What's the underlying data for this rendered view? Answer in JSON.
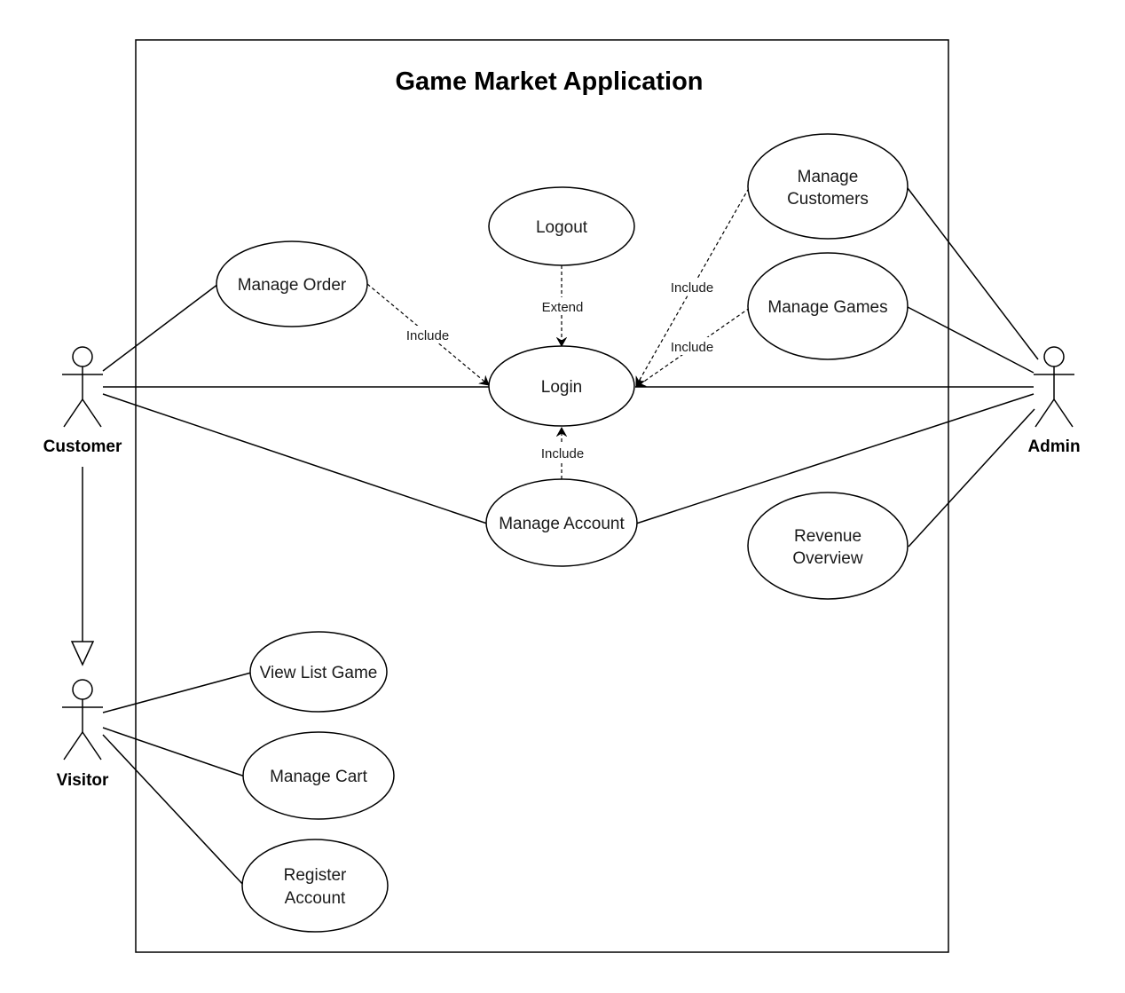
{
  "diagram": {
    "system_title": "Game Market Application",
    "actors": {
      "customer": "Customer",
      "visitor": "Visitor",
      "admin": "Admin"
    },
    "use_cases": {
      "logout": [
        "Logout"
      ],
      "login": [
        "Login"
      ],
      "manage_order": [
        "Manage Order"
      ],
      "manage_account": [
        "Manage Account"
      ],
      "manage_customers": [
        "Manage",
        "Customers"
      ],
      "manage_games": [
        "Manage Games"
      ],
      "revenue_overview": [
        "Revenue",
        "Overview"
      ],
      "view_list_game": [
        "View List Game"
      ],
      "manage_cart": [
        "Manage Cart"
      ],
      "register_account": [
        "Register",
        "Account"
      ]
    },
    "relations": {
      "order_login": "Include",
      "logout_login": "Extend",
      "account_login": "Include",
      "customers_login": "Include",
      "games_login": "Include"
    }
  }
}
